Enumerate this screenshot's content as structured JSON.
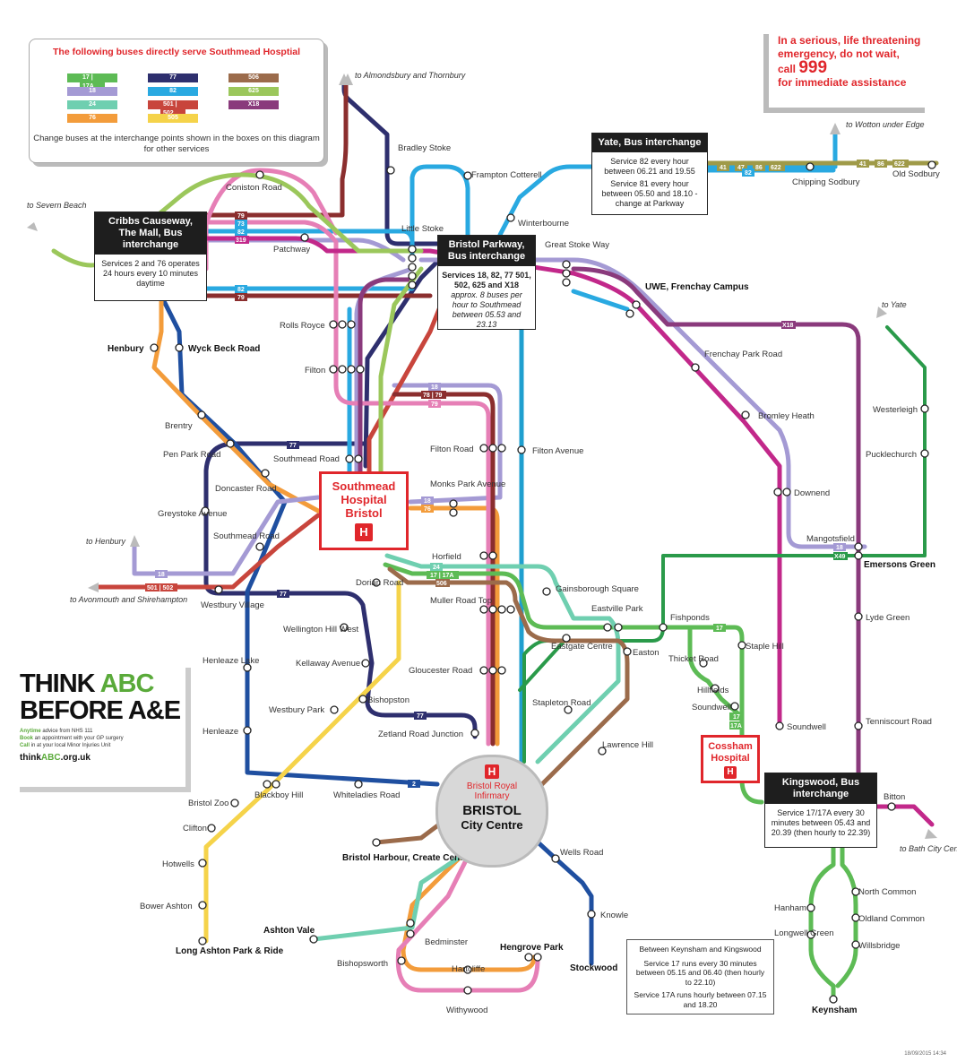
{
  "legend": {
    "title_prefix": "The following buses directly serve",
    "title_highlight": "Southmead Hosptial",
    "routes": [
      {
        "label": "17 | 17A",
        "color": "#5dbb55"
      },
      {
        "label": "77",
        "color": "#2e2f6e"
      },
      {
        "label": "506",
        "color": "#9b6b4b"
      },
      {
        "label": "18",
        "color": "#a49ad4"
      },
      {
        "label": "82",
        "color": "#29a9e1"
      },
      {
        "label": "625",
        "color": "#9bc75b"
      },
      {
        "label": "24",
        "color": "#6fcfb0"
      },
      {
        "label": "501 | 502",
        "color": "#c8453c"
      },
      {
        "label": "X18",
        "color": "#8a3a7c"
      },
      {
        "label": "76",
        "color": "#f39c3b"
      },
      {
        "label": "505",
        "color": "#f5d34a"
      }
    ],
    "note": "Change buses at the interchange points shown in the boxes on this diagram for other services"
  },
  "warning": {
    "line1": "In a serious, life threatening",
    "line2": "emergency, do not wait,",
    "call": "call",
    "number": "999",
    "line4": "for immediate assistance"
  },
  "interchanges": {
    "cribbs": {
      "title": "Cribbs Causeway, The Mall, Bus interchange",
      "body": "Services 2 and 76 operates 24 hours every 10 minutes daytime"
    },
    "parkway": {
      "title": "Bristol Parkway, Bus interchange",
      "services": "Services 18, 82, 77 501, 502, 625 and X18",
      "body": "approx. 8 buses per hour to Southmead between 05.53 and 23.13"
    },
    "yate": {
      "title": "Yate, Bus interchange",
      "s1": "Service 82 every hour between 06.21 and 19.55",
      "s2": "Service 81 every hour between 05.50 and 18.10 - change at Parkway"
    },
    "kingswood": {
      "title": "Kingswood, Bus interchange",
      "body": "Service 17/17A every 30 minutes between 05.43 and 20.39 (then hourly to 22.39)"
    }
  },
  "hospitals": {
    "southmead": "Southmead Hospital Bristol",
    "cossham": "Cossham Hospital",
    "bri": "Bristol Royal Infirmary",
    "centre_title": "BRISTOL",
    "centre_sub": "City Centre"
  },
  "abc": {
    "line1a": "THINK ",
    "line1b": "ABC",
    "line2": "BEFORE A&E",
    "s1a": "Anytime",
    "s1b": " advice from NHS 111",
    "s2a": "Book",
    "s2b": " an appointment with your GP surgery",
    "s3a": "Call",
    "s3b": " in at your local Minor Injuries Unit",
    "urla": "think",
    "urlb": "ABC",
    "urlc": ".org.uk"
  },
  "keynsham_box": {
    "title": "Between Keynsham and Kingswood",
    "s1": "Service 17 runs every 30 minutes between 05.15 and 06.40 (then hourly to 22.10)",
    "s2": "Service 17A runs hourly between 07.15 and 18.20"
  },
  "stamp": "18/09/2015  14:34",
  "stations": [
    {
      "n": "to Almondsbury and Thornbury"
    },
    {
      "n": "Bradley Stoke"
    },
    {
      "n": "Frampton Cotterell"
    },
    {
      "n": "Winterbourne"
    },
    {
      "n": "Coniston Road"
    },
    {
      "n": "Patchway"
    },
    {
      "n": "Little Stoke"
    },
    {
      "n": "Great Stoke Way"
    },
    {
      "n": "UWE, Frenchay Campus"
    },
    {
      "n": "to Severn Beach"
    },
    {
      "n": "Rolls Royce"
    },
    {
      "n": "Filton"
    },
    {
      "n": "Henbury"
    },
    {
      "n": "Wyck Beck Road"
    },
    {
      "n": "Brentry"
    },
    {
      "n": "Pen Park Road"
    },
    {
      "n": "Southmead Road"
    },
    {
      "n": "Doncaster Road"
    },
    {
      "n": "Filton Road"
    },
    {
      "n": "Filton Avenue"
    },
    {
      "n": "Frenchay Park Road"
    },
    {
      "n": "Bromley Heath"
    },
    {
      "n": "Downend"
    },
    {
      "n": "Mangotsfield"
    },
    {
      "n": "Emersons Green"
    },
    {
      "n": "Westerleigh"
    },
    {
      "n": "Pucklechurch"
    },
    {
      "n": "to Yate"
    },
    {
      "n": "Monks Park Avenue"
    },
    {
      "n": "Greystoke Avenue"
    },
    {
      "n": "to Henbury"
    },
    {
      "n": "Southmead Road"
    },
    {
      "n": "to Avonmouth and Shirehampton"
    },
    {
      "n": "Westbury Village"
    },
    {
      "n": "Dorian Road"
    },
    {
      "n": "Horfield"
    },
    {
      "n": "Gainsborough Square"
    },
    {
      "n": "Eastville Park"
    },
    {
      "n": "Fishponds"
    },
    {
      "n": "Staple Hill"
    },
    {
      "n": "Thicket Road"
    },
    {
      "n": "Hillfields"
    },
    {
      "n": "Soundwell"
    },
    {
      "n": "Lyde Green"
    },
    {
      "n": "Muller Road Top"
    },
    {
      "n": "Eastgate Centre"
    },
    {
      "n": "Easton"
    },
    {
      "n": "Wellington Hill West"
    },
    {
      "n": "Kellaway Avenue"
    },
    {
      "n": "Henleaze Lake"
    },
    {
      "n": "Henleaze"
    },
    {
      "n": "Westbury Park"
    },
    {
      "n": "Bishopston"
    },
    {
      "n": "Gloucester Road"
    },
    {
      "n": "Stapleton Road"
    },
    {
      "n": "Zetland Road Junction"
    },
    {
      "n": "Lawrence Hill"
    },
    {
      "n": "Soundwell"
    },
    {
      "n": "Tenniscourt Road"
    },
    {
      "n": "Bristol Zoo"
    },
    {
      "n": "Blackboy Hill"
    },
    {
      "n": "Whiteladies Road"
    },
    {
      "n": "Clifton"
    },
    {
      "n": "Hotwells"
    },
    {
      "n": "Bower Ashton"
    },
    {
      "n": "Bitton"
    },
    {
      "n": "to Bath City Centre"
    },
    {
      "n": "Wells Road"
    },
    {
      "n": "Knowle"
    },
    {
      "n": "Stockwood"
    },
    {
      "n": "Bristol Harbour, Create Centre"
    },
    {
      "n": "Ashton Vale"
    },
    {
      "n": "Bedminster"
    },
    {
      "n": "Bishopsworth"
    },
    {
      "n": "Hartcliffe"
    },
    {
      "n": "Hengrove Park"
    },
    {
      "n": "Withywood"
    },
    {
      "n": "Long Ashton Park & Ride"
    },
    {
      "n": "North Common"
    },
    {
      "n": "Hanham"
    },
    {
      "n": "Oldland Common"
    },
    {
      "n": "Longwell Green"
    },
    {
      "n": "Willsbridge"
    },
    {
      "n": "Keynsham"
    },
    {
      "n": "to Wotton under Edge"
    },
    {
      "n": "Chipping Sodbury"
    },
    {
      "n": "Old Sodbury"
    }
  ]
}
